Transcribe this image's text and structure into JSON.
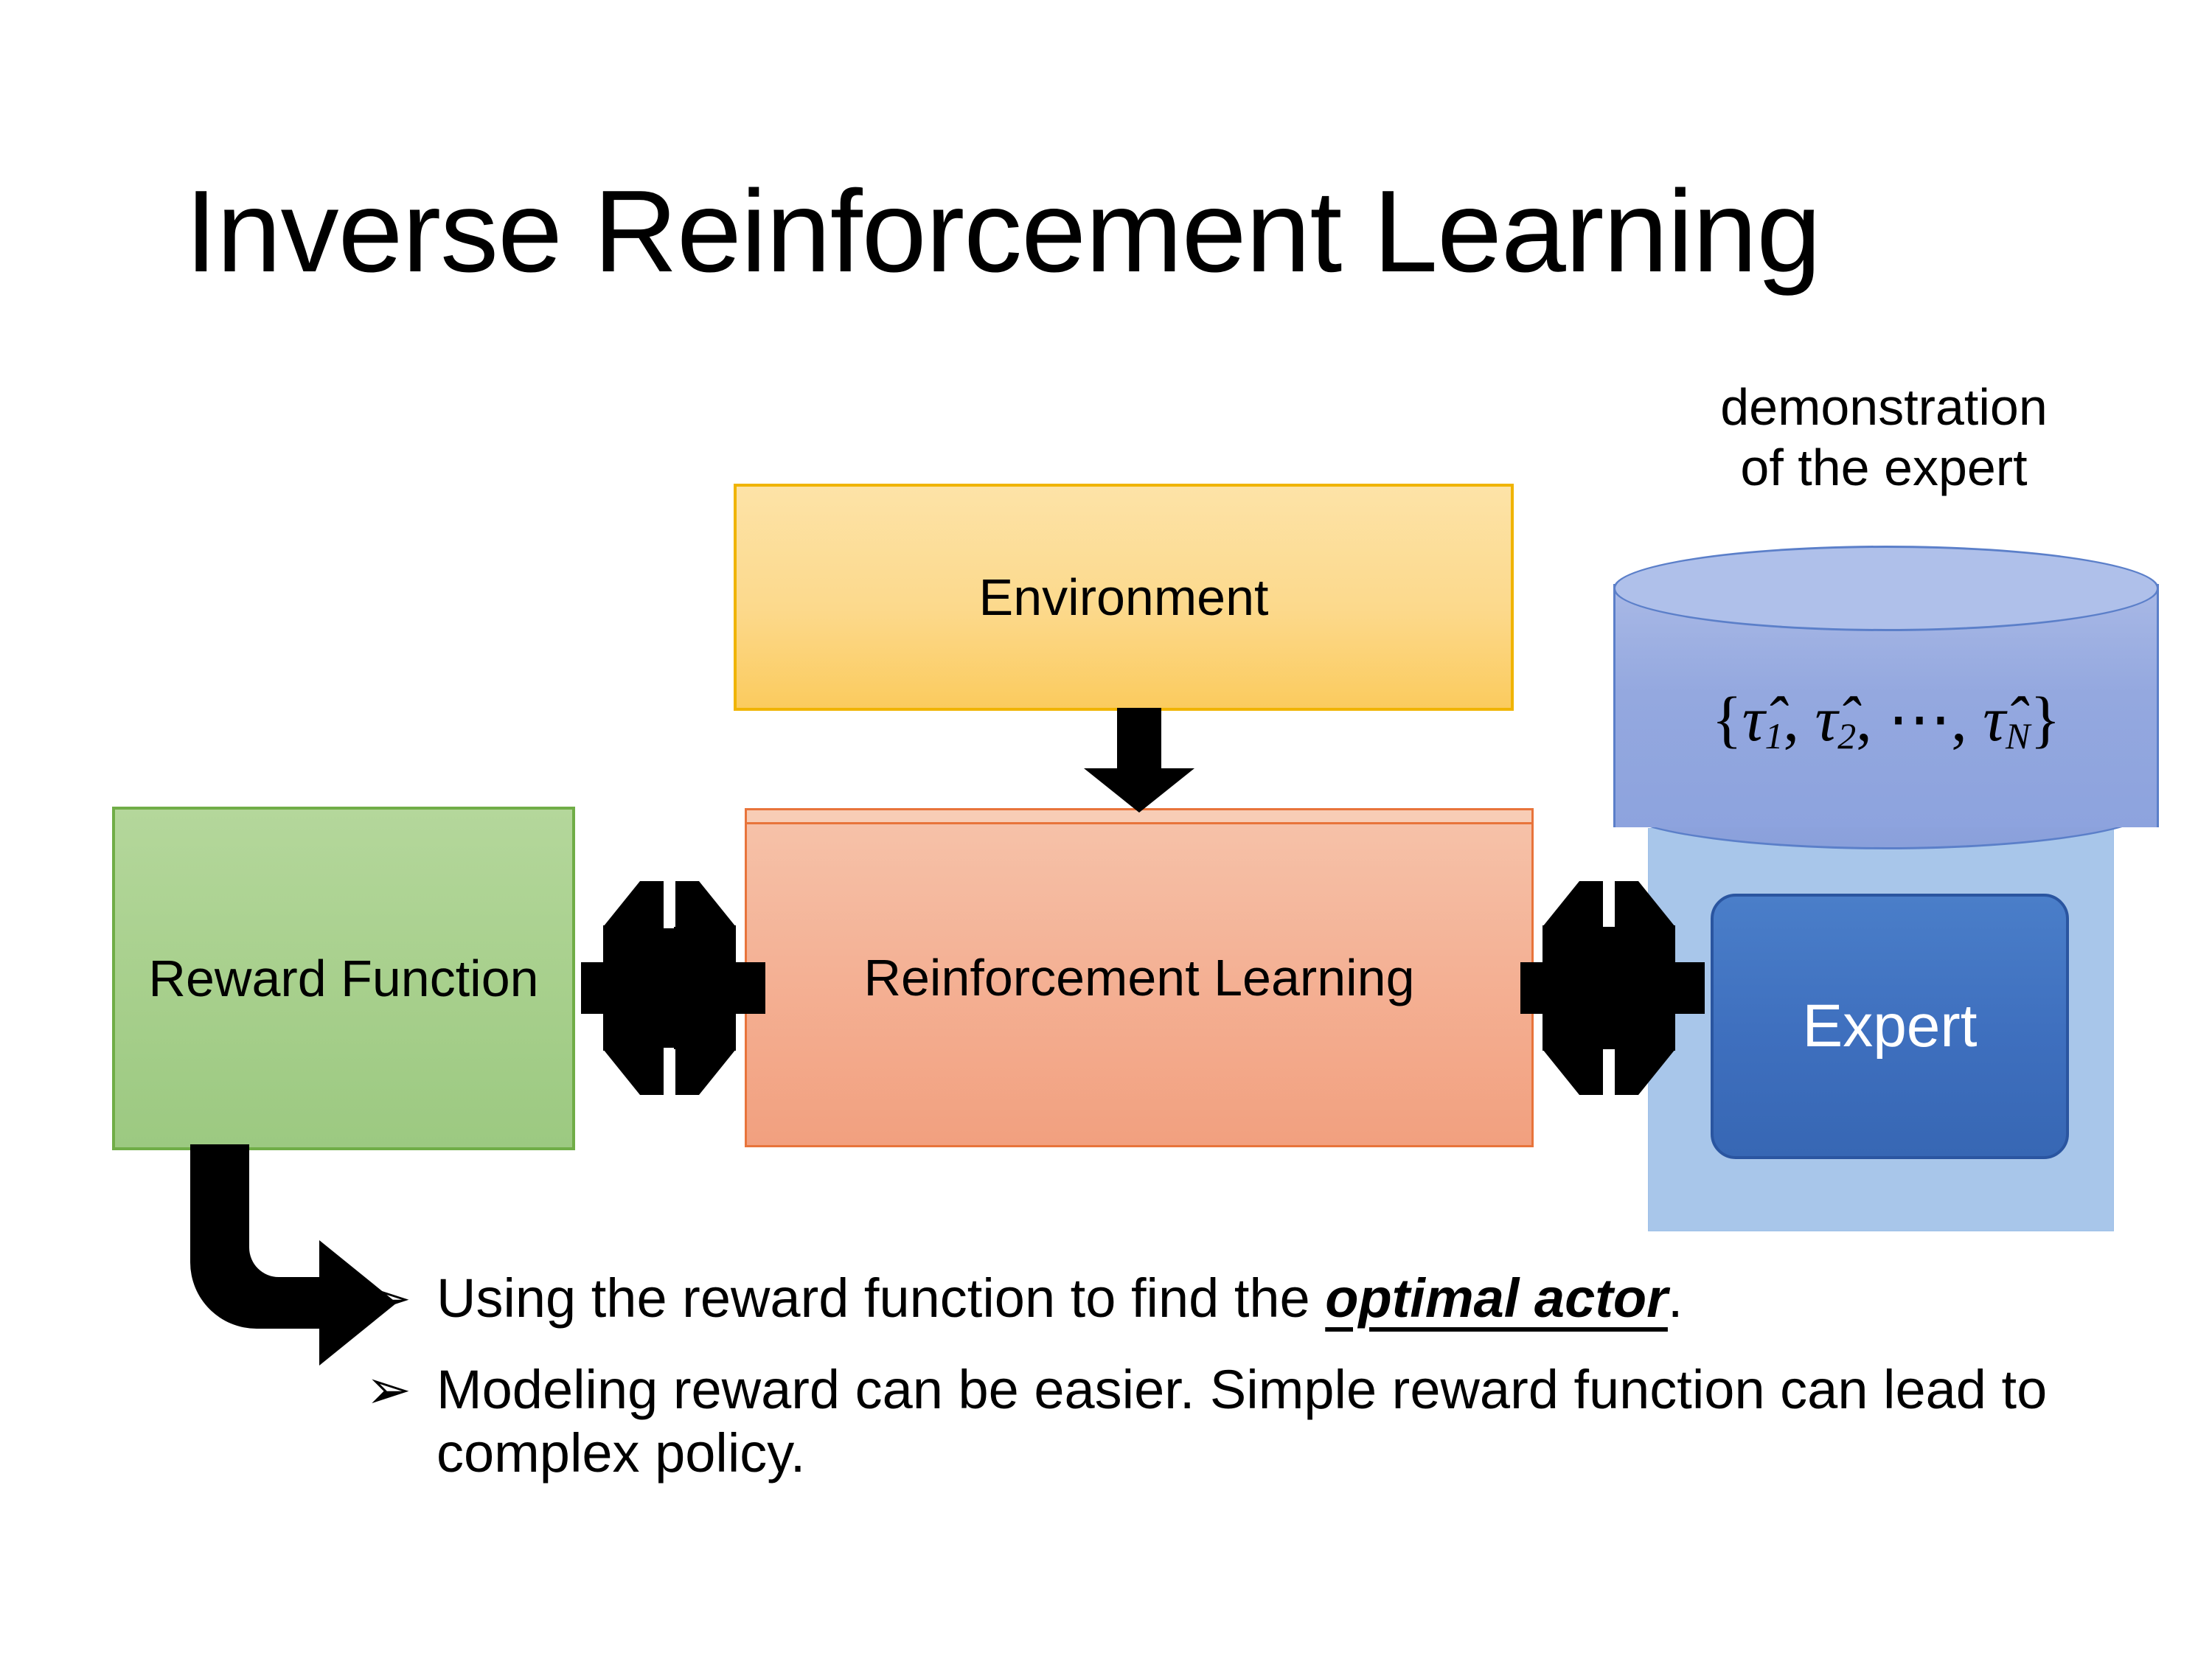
{
  "slide": {
    "title": "Inverse Reinforcement Learning"
  },
  "diagram": {
    "environment_box": {
      "label": "Environment",
      "fill": "#FBCF64",
      "border": "#F0B400"
    },
    "rl_box": {
      "label": "Reinforcement Learning",
      "fill": "#F2A07F",
      "border": "#E8743B"
    },
    "reward_box": {
      "label": "Reward Function",
      "fill": "#A8D08D",
      "border": "#70AD47"
    },
    "expert_box": {
      "label": "Expert",
      "fill": "#3E6FBE",
      "border": "#2A55A0",
      "text_color": "#FFFFFF"
    },
    "expert_container": {
      "fill": "#A8C6EA"
    },
    "demonstration": {
      "caption": "demonstration of the expert",
      "caption_line1": "demonstration",
      "caption_line2": "of the expert",
      "formula_open": "{",
      "formula_tau1": "τ̂",
      "formula_sub1": "1",
      "formula_comma1": ", ",
      "formula_tau2": "τ̂",
      "formula_sub2": "2",
      "formula_comma2": ", ",
      "formula_dots": "⋯",
      "formula_comma3": ", ",
      "formula_tauN": "τ̂",
      "formula_subN": "N",
      "formula_close": "}",
      "cylinder_fill": "#94A8DF",
      "cylinder_top_fill": "#AFC0EA",
      "cylinder_border": "#5B7FC9"
    },
    "arrows": {
      "env_to_rl": "down-arrow",
      "reward_rl": "double-arrow-horizontal",
      "rl_expert": "double-arrow-horizontal",
      "reward_to_bullets": "bent-arrow"
    }
  },
  "bullets": [
    {
      "marker": "➢",
      "text_before": "Using the reward function to find the ",
      "emphasis": "optimal actor",
      "text_after": "."
    },
    {
      "marker": "➢",
      "text_before": "Modeling reward can be easier. Simple reward function can lead to complex policy.",
      "emphasis": "",
      "text_after": ""
    }
  ]
}
